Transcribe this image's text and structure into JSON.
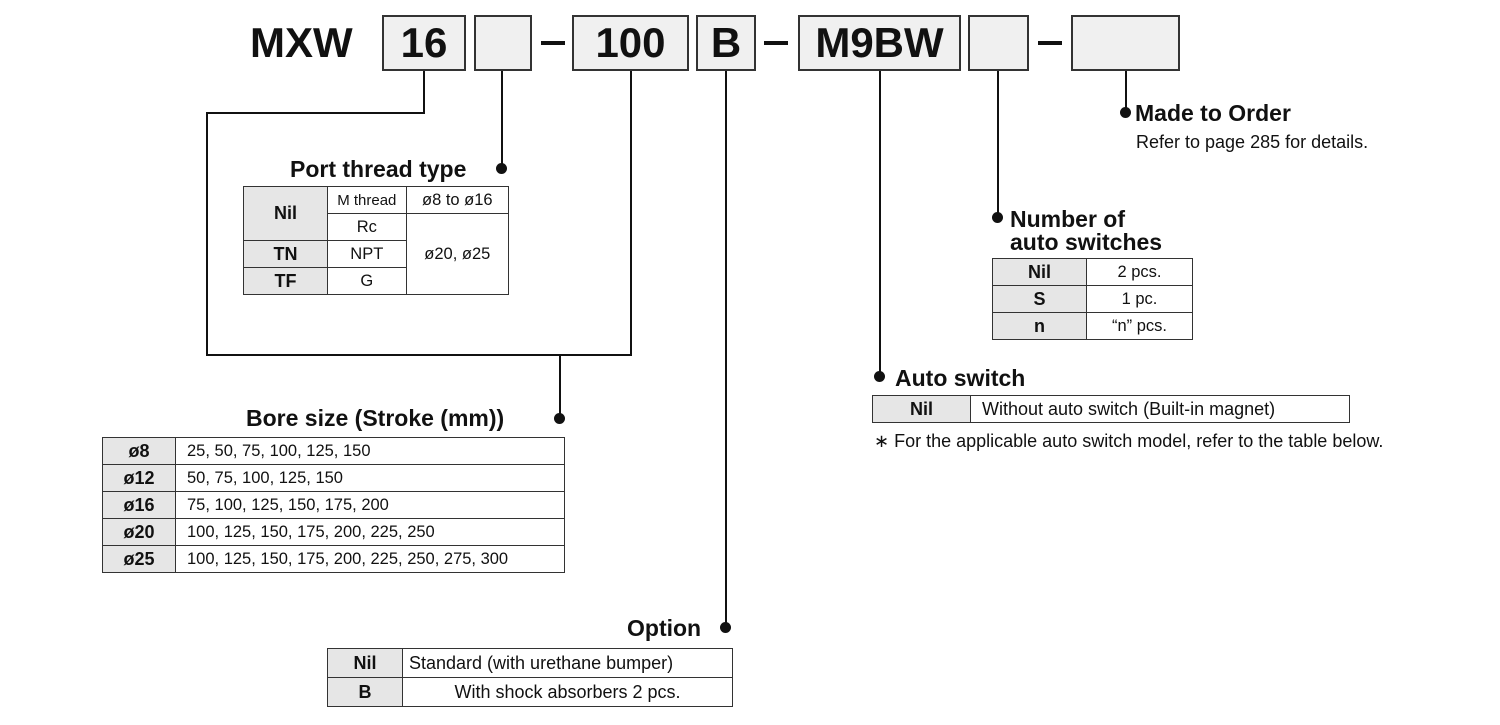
{
  "model": {
    "prefix": "MXW",
    "boxes": [
      "16",
      "",
      "100",
      "B",
      "M9BW",
      "",
      ""
    ]
  },
  "made_to_order": {
    "title": "Made to Order",
    "note": "Refer to page 285 for details."
  },
  "port_thread": {
    "title": "Port thread type",
    "rows": [
      {
        "key": "Nil",
        "thread": "M thread",
        "bore": "ø8 to ø16"
      },
      {
        "key": "",
        "thread": "Rc",
        "bore": "ø20, ø25"
      },
      {
        "key": "TN",
        "thread": "NPT"
      },
      {
        "key": "TF",
        "thread": "G"
      }
    ]
  },
  "num_switches": {
    "title_line1": "Number of",
    "title_line2": "auto switches",
    "rows": [
      {
        "key": "Nil",
        "value": "2 pcs."
      },
      {
        "key": "S",
        "value": "1 pc."
      },
      {
        "key": "n",
        "value": "“n” pcs."
      }
    ]
  },
  "auto_switch": {
    "title": "Auto switch",
    "rows": [
      {
        "key": "Nil",
        "value": "Without auto switch (Built-in magnet)"
      }
    ],
    "note": "∗ For the applicable auto switch model, refer to the table below."
  },
  "bore_size": {
    "title": "Bore size (Stroke (mm))",
    "rows": [
      {
        "key": "ø8",
        "value": "25, 50, 75, 100, 125, 150"
      },
      {
        "key": "ø12",
        "value": "50, 75, 100, 125, 150"
      },
      {
        "key": "ø16",
        "value": "75, 100, 125, 150, 175, 200"
      },
      {
        "key": "ø20",
        "value": "100, 125, 150, 175, 200, 225, 250"
      },
      {
        "key": "ø25",
        "value": "100, 125, 150, 175, 200, 225, 250, 275, 300"
      }
    ]
  },
  "option": {
    "title": "Option",
    "rows": [
      {
        "key": "Nil",
        "value": "Standard (with urethane bumper)"
      },
      {
        "key": "B",
        "value": "With shock absorbers 2 pcs."
      }
    ]
  }
}
